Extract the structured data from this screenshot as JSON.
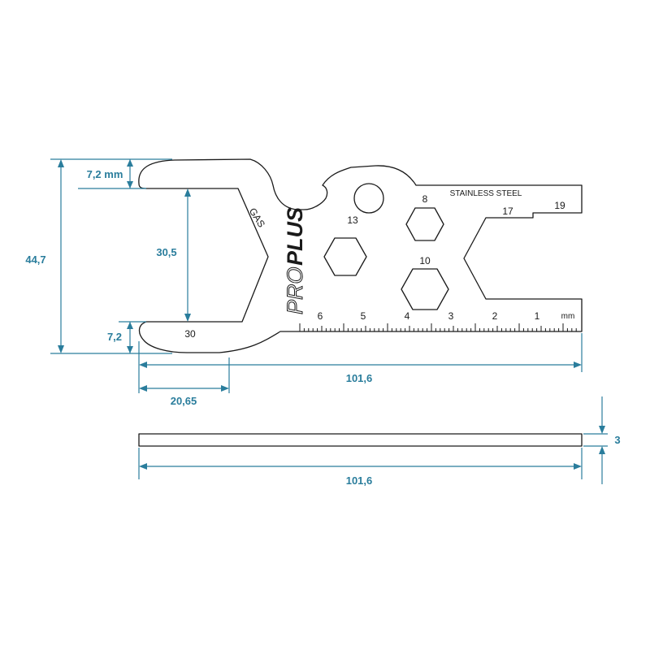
{
  "tool": {
    "material": "STAINLESS STEEL",
    "brand": {
      "part1": "PRO",
      "part2": "PLUS"
    },
    "gas_label": "GAS",
    "wrench_opening": "30",
    "hex_sizes": {
      "large": "13",
      "top_small": "8",
      "bottom_small": "10"
    },
    "slot_sizes": {
      "inner": "17",
      "outer": "19"
    },
    "ruler": {
      "unit": "mm",
      "labels": [
        "6",
        "5",
        "4",
        "3",
        "2",
        "1"
      ]
    }
  },
  "dimensions": {
    "total_height": "44,7",
    "upper_jaw": "7,2 mm",
    "opening": "30,5",
    "lower_jaw": "7,2",
    "jaw_depth": "20,65",
    "length": "101,6",
    "side_length": "101,6",
    "thickness": "3"
  }
}
